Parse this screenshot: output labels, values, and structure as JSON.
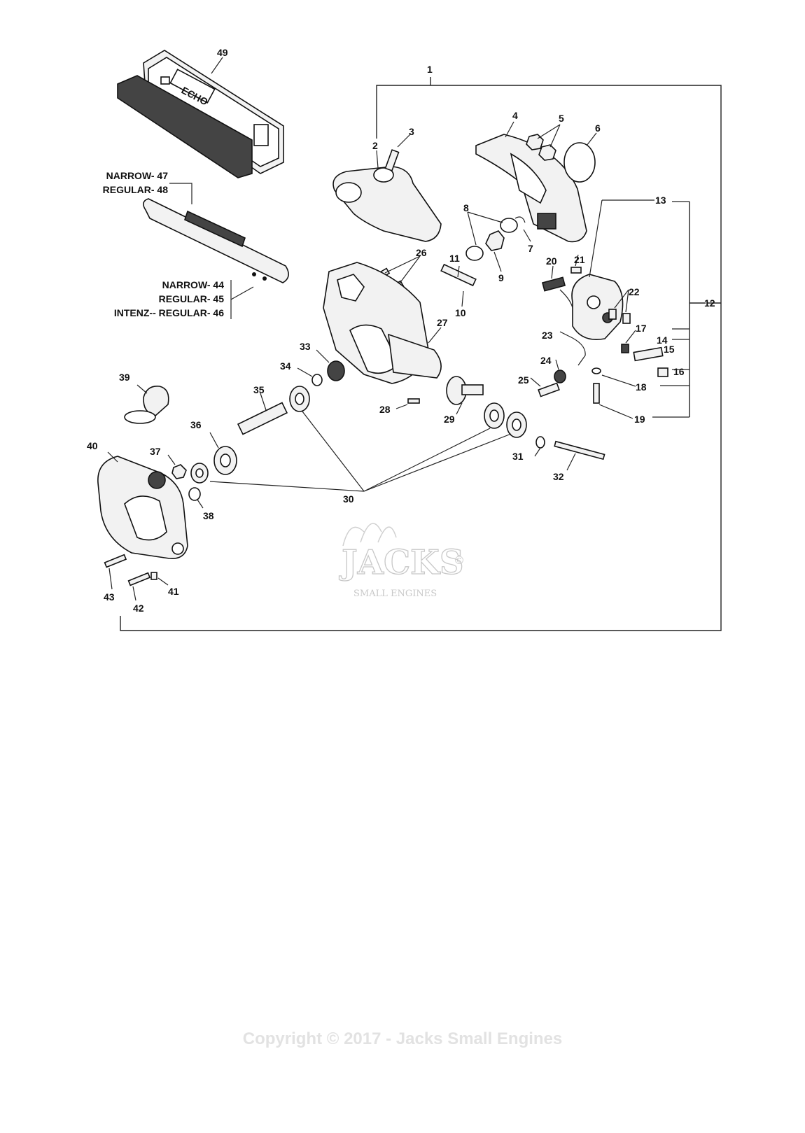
{
  "callouts": {
    "c1": "1",
    "c2": "2",
    "c3": "3",
    "c4": "4",
    "c5": "5",
    "c6": "6",
    "c7": "7",
    "c8": "8",
    "c9": "9",
    "c10": "10",
    "c11": "11",
    "c12": "12",
    "c13": "13",
    "c14": "14",
    "c15": "15",
    "c16": "16",
    "c17": "17",
    "c18": "18",
    "c19": "19",
    "c20": "20",
    "c21": "21",
    "c22": "22",
    "c23": "23",
    "c24": "24",
    "c25": "25",
    "c26": "26",
    "c27": "27",
    "c28": "28",
    "c29": "29",
    "c30": "30",
    "c31": "31",
    "c32": "32",
    "c33": "33",
    "c34": "34",
    "c35": "35",
    "c36": "36",
    "c37": "37",
    "c38": "38",
    "c39": "39",
    "c40": "40",
    "c41": "41",
    "c42": "42",
    "c43": "43",
    "c49": "49"
  },
  "bar_group": {
    "narrow": "NARROW- 47",
    "regular": "REGULAR- 48"
  },
  "chain_group": {
    "narrow": "NARROW- 44",
    "regular": "REGULAR- 45",
    "intenz": "INTENZ-- REGULAR- 46"
  },
  "guard_brand": "ECHO",
  "watermark": {
    "logo": "JACKS",
    "sub": "SMALL ENGINES",
    "mark": "©"
  },
  "copyright": "Copyright © 2017 - Jacks Small Engines"
}
